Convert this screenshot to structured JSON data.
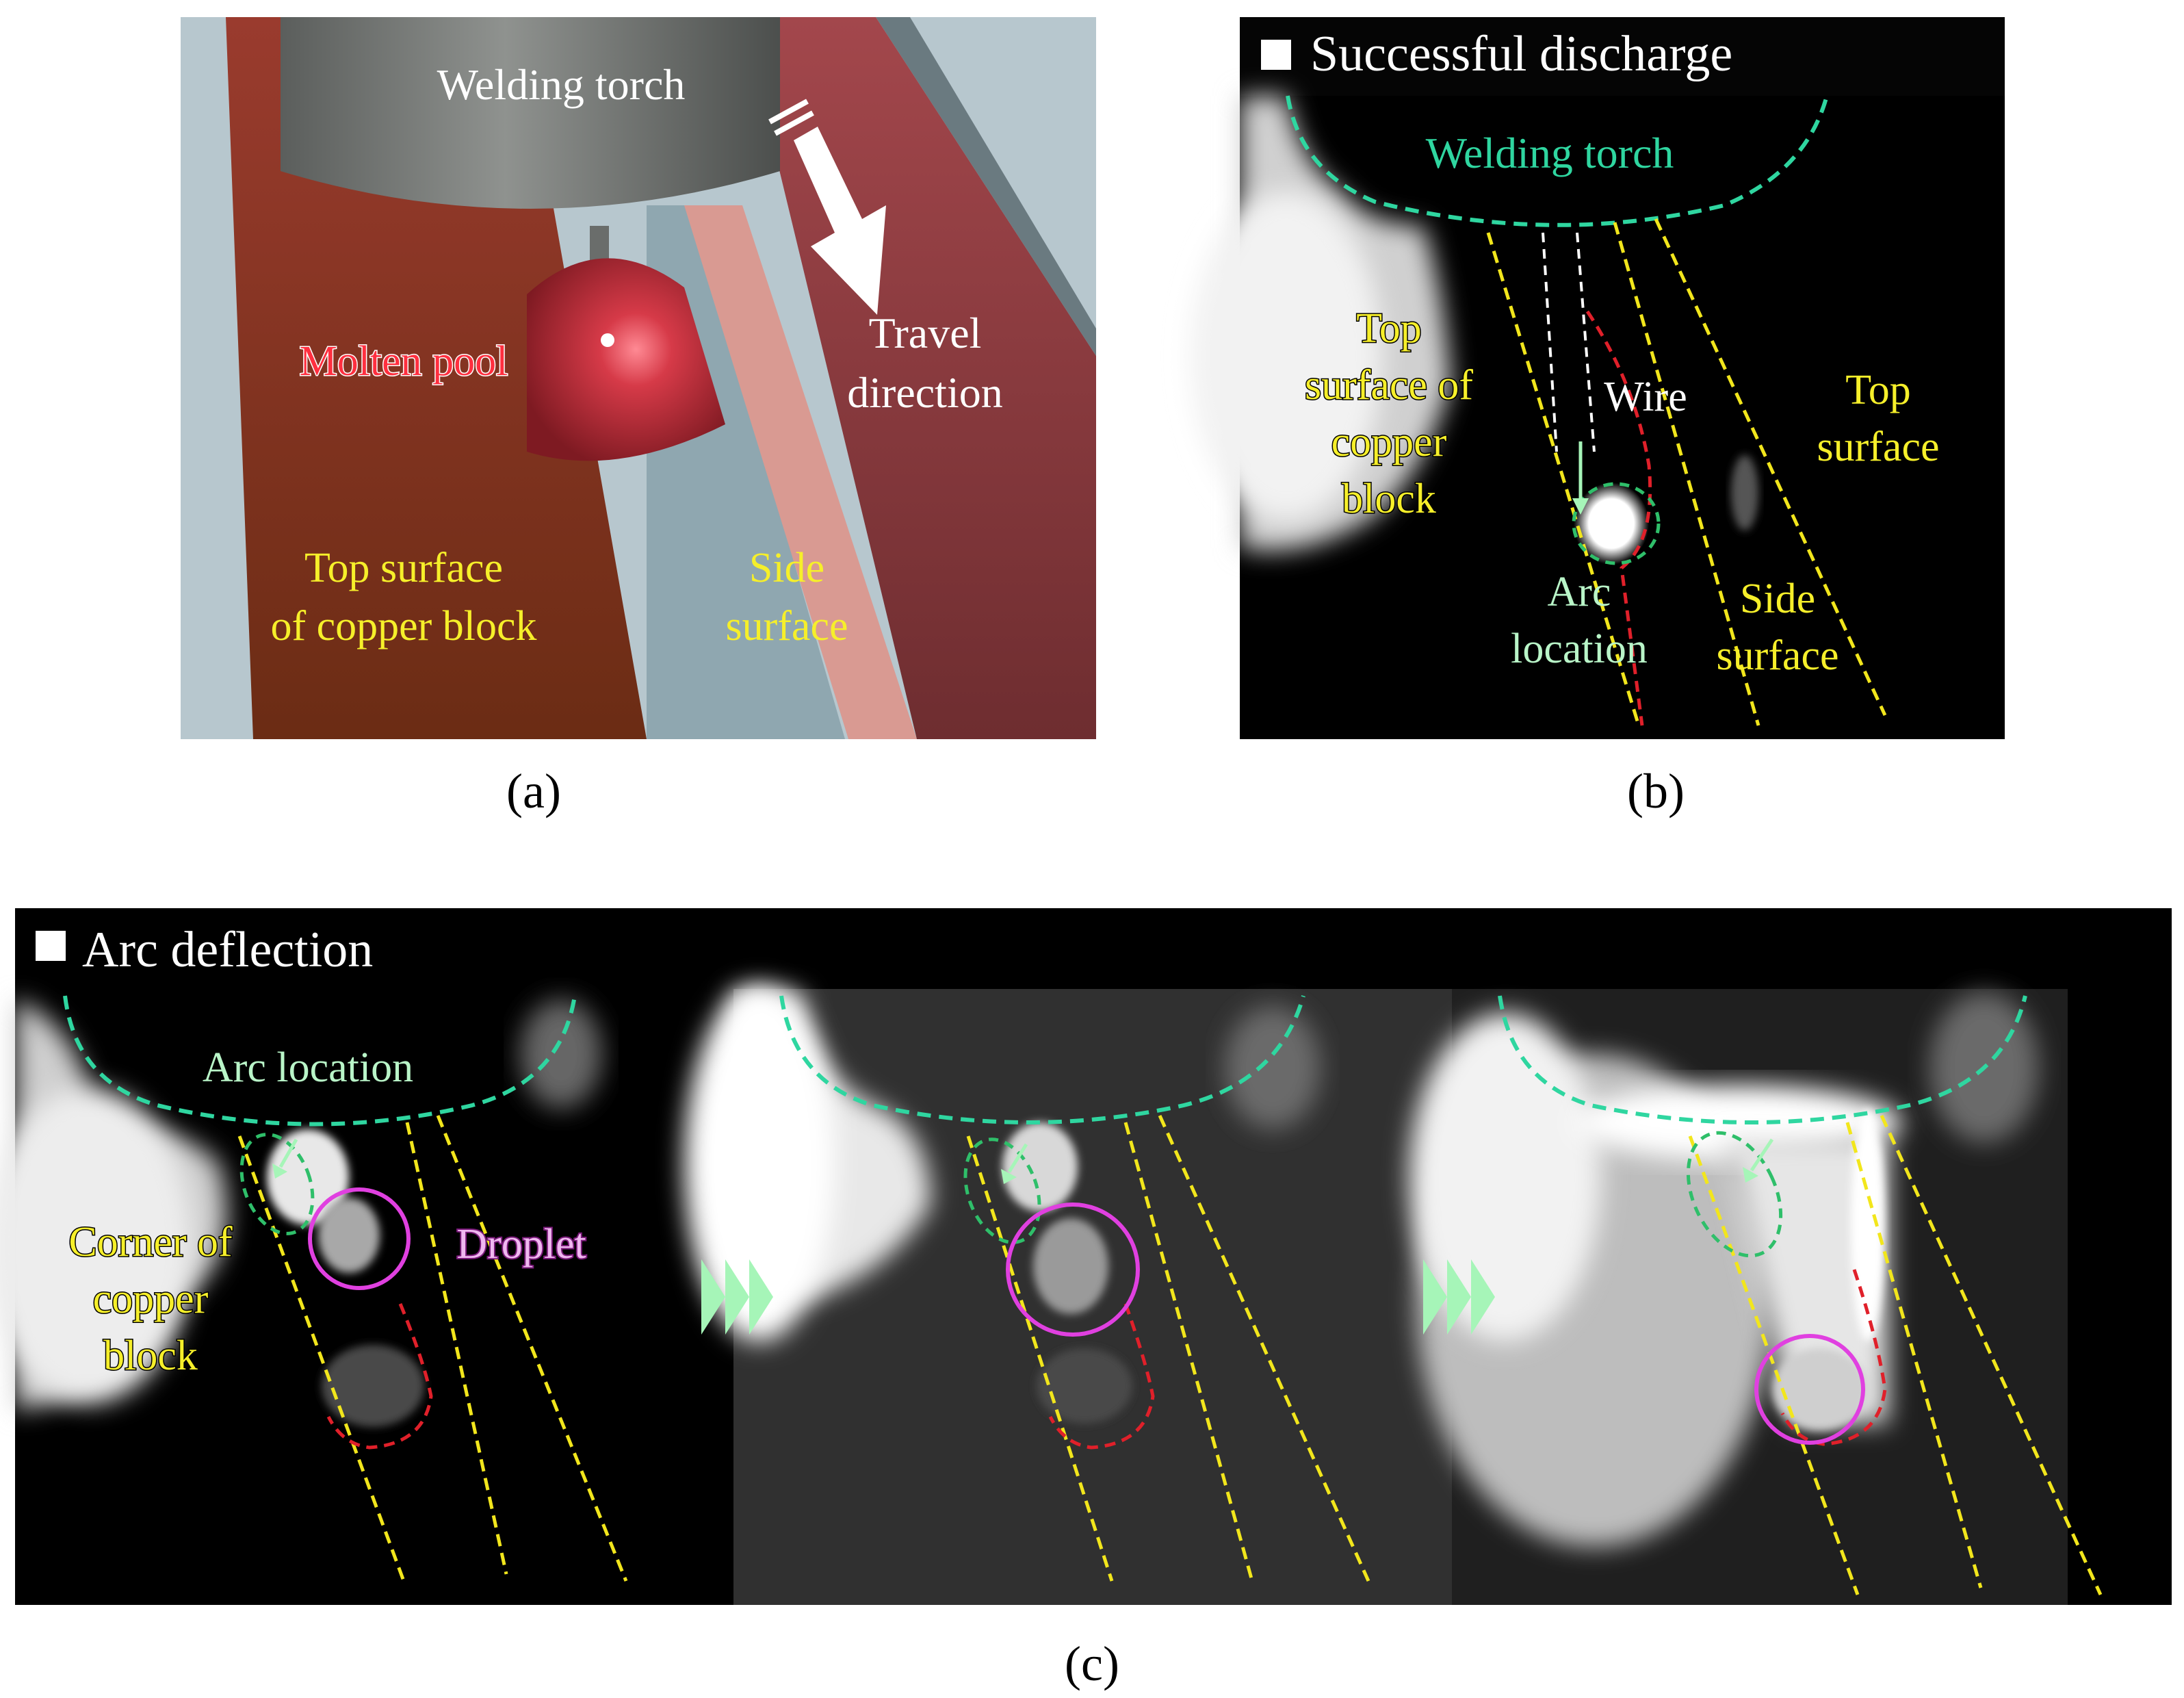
{
  "panel_a": {
    "torch_label": "Welding torch",
    "molten_pool_label": "Molten pool",
    "travel_label_line1": "Travel",
    "travel_label_line2": "direction",
    "top_surface_line1": "Top surface",
    "top_surface_line2": "of copper block",
    "side_surface_line1": "Side",
    "side_surface_line2": "surface",
    "caption": "(a)"
  },
  "panel_b": {
    "header": "Successful discharge",
    "torch_label": "Welding torch",
    "top_copper_line1": "Top",
    "top_copper_line2": "surface of",
    "top_copper_line3": "copper",
    "top_copper_line4": "block",
    "wire_label": "Wire",
    "top_surface_line1": "Top",
    "top_surface_line2": "surface",
    "arc_line1": "Arc",
    "arc_line2": "location",
    "side_line1": "Side",
    "side_line2": "surface",
    "caption": "(b)"
  },
  "panel_c": {
    "header": "Arc deflection",
    "arc_location_label": "Arc location",
    "corner_line1": "Corner of",
    "corner_line2": "copper",
    "corner_line3": "block",
    "droplet_label": "Droplet",
    "caption": "(c)"
  },
  "colors": {
    "torch_outline": "#2fd6a0",
    "guide_yellow": "#f2e61c",
    "pool_red": "#e0202a",
    "droplet_magenta": "#e040e0",
    "arc_green": "#2fbf6a",
    "label_yellow": "#f6ef2a",
    "label_green": "#b9f5c8",
    "next_arrow": "#a6f5b8"
  }
}
